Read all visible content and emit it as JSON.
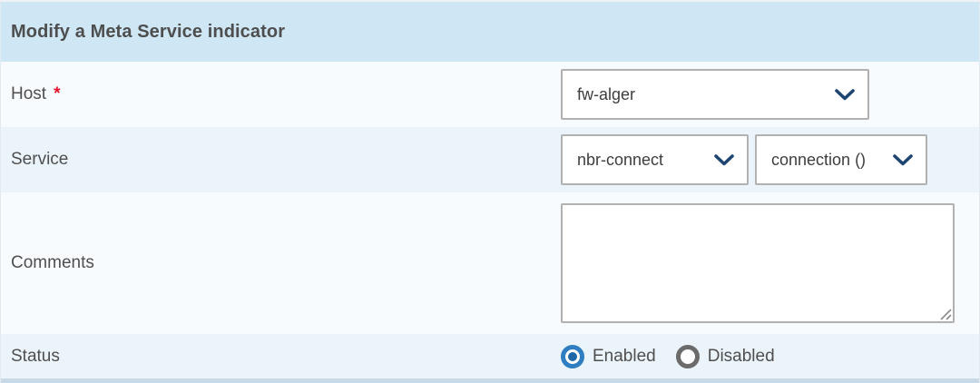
{
  "header": {
    "title": "Modify a Meta Service indicator"
  },
  "form": {
    "host": {
      "label": "Host",
      "required_marker": "*",
      "selected_value": "fw-alger"
    },
    "service": {
      "label": "Service",
      "service_selected_value": "nbr-connect",
      "metric_selected_value": "connection ()"
    },
    "comments": {
      "label": "Comments",
      "value": ""
    },
    "status": {
      "label": "Status",
      "options": [
        {
          "label": "Enabled",
          "selected": true
        },
        {
          "label": "Disabled",
          "selected": false
        }
      ]
    }
  },
  "colors": {
    "header_bg": "#cfe7f5",
    "row_light_bg": "#f8fbfe",
    "row_blue_bg": "#ebf4fa",
    "bottom_strip_bg": "#c7d8e6",
    "control_border": "#b1b1b1",
    "chevron": "#1d4571",
    "radio_selected": "#2e7ec1",
    "radio_unselected": "#6b6b6b",
    "required_marker": "#e8132a",
    "label_text": "#4f4f4f"
  }
}
